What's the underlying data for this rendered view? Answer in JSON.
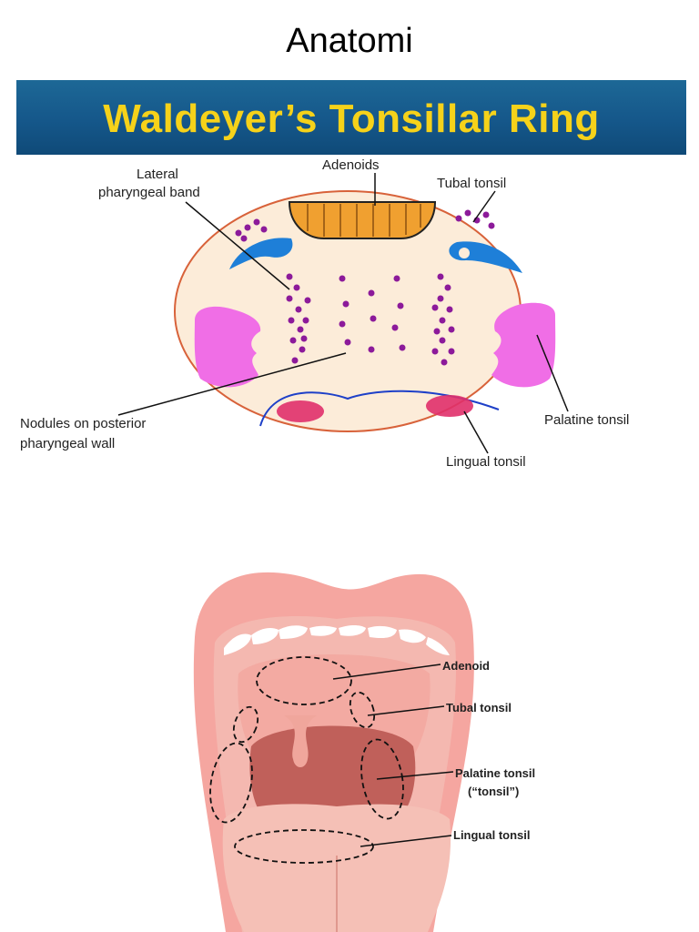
{
  "page": {
    "title": "Anatomi"
  },
  "banner": {
    "title": "Waldeyer’s Tonsillar Ring"
  },
  "diagram1": {
    "labels": {
      "lateral_line1": "Lateral",
      "lateral_line2": "pharyngeal band",
      "adenoids": "Adenoids",
      "tubal": "Tubal tonsil",
      "nodules_line1": "Nodules on posterior",
      "nodules_line2": "pharyngeal wall",
      "palatine": "Palatine tonsil",
      "lingual": "Lingual tonsil"
    },
    "colors": {
      "oval_fill": "#fcecd9",
      "oval_stroke": "#d8623a",
      "adenoid": "#f0a030",
      "tubal": "#1e7fd8",
      "palatine": "#f06ee6",
      "nodule": "#8c1a9a",
      "lingual": "#e0306a"
    }
  },
  "diagram2": {
    "labels": {
      "adenoid": "Adenoid",
      "tubal": "Tubal tonsil",
      "palatine_line1": "Palatine tonsil",
      "palatine_line2": "(“tonsil”)",
      "lingual": "Lingual tonsil"
    },
    "colors": {
      "lip": "#f5a6a0",
      "mouth_inner": "#f4b8b0",
      "throat": "#c0605a",
      "tongue": "#f5c0b6"
    }
  }
}
